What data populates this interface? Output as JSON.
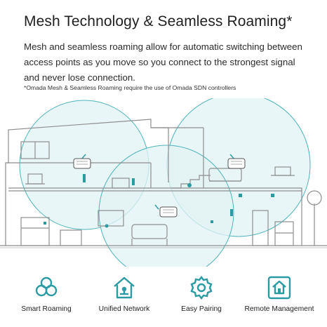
{
  "header": {
    "title": "Mesh Technology & Seamless Roaming*",
    "description": "Mesh and seamless roaming allow for automatic switching between access points as you move so you connect to the strongest signal and never lose connection.",
    "footnote": "*Omada Mesh & Seamless Roaming require the use of Omada SDN controllers"
  },
  "illustration": {
    "accent_color": "#2a9aa3",
    "coverage_fill": "#dff2f3",
    "line_color": "#8a8a8a",
    "access_point_icon": "ceiling-access-point-icon"
  },
  "features": [
    {
      "label": "Smart Roaming",
      "icon": "smart-roaming-icon"
    },
    {
      "label": "Unified Network",
      "icon": "unified-network-icon"
    },
    {
      "label": "Easy Pairing",
      "icon": "easy-pairing-icon"
    },
    {
      "label": "Remote Management",
      "icon": "remote-management-icon"
    }
  ]
}
